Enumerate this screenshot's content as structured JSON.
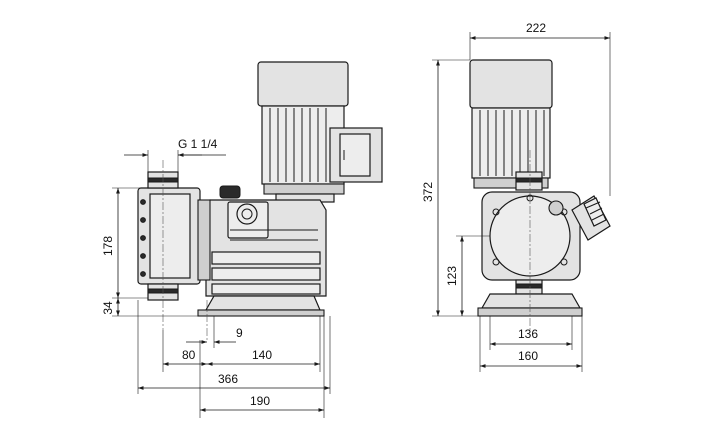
{
  "drawing": {
    "dimensions": {
      "connection": "G 1 1/4",
      "width_total_side": "222",
      "height_total": "372",
      "height_flange": "178",
      "height_base": "34",
      "height_center": "123",
      "offset_9": "9",
      "offset_80": "80",
      "offset_140": "140",
      "length_366": "366",
      "length_190": "190",
      "base_136": "136",
      "base_160": "160"
    }
  }
}
